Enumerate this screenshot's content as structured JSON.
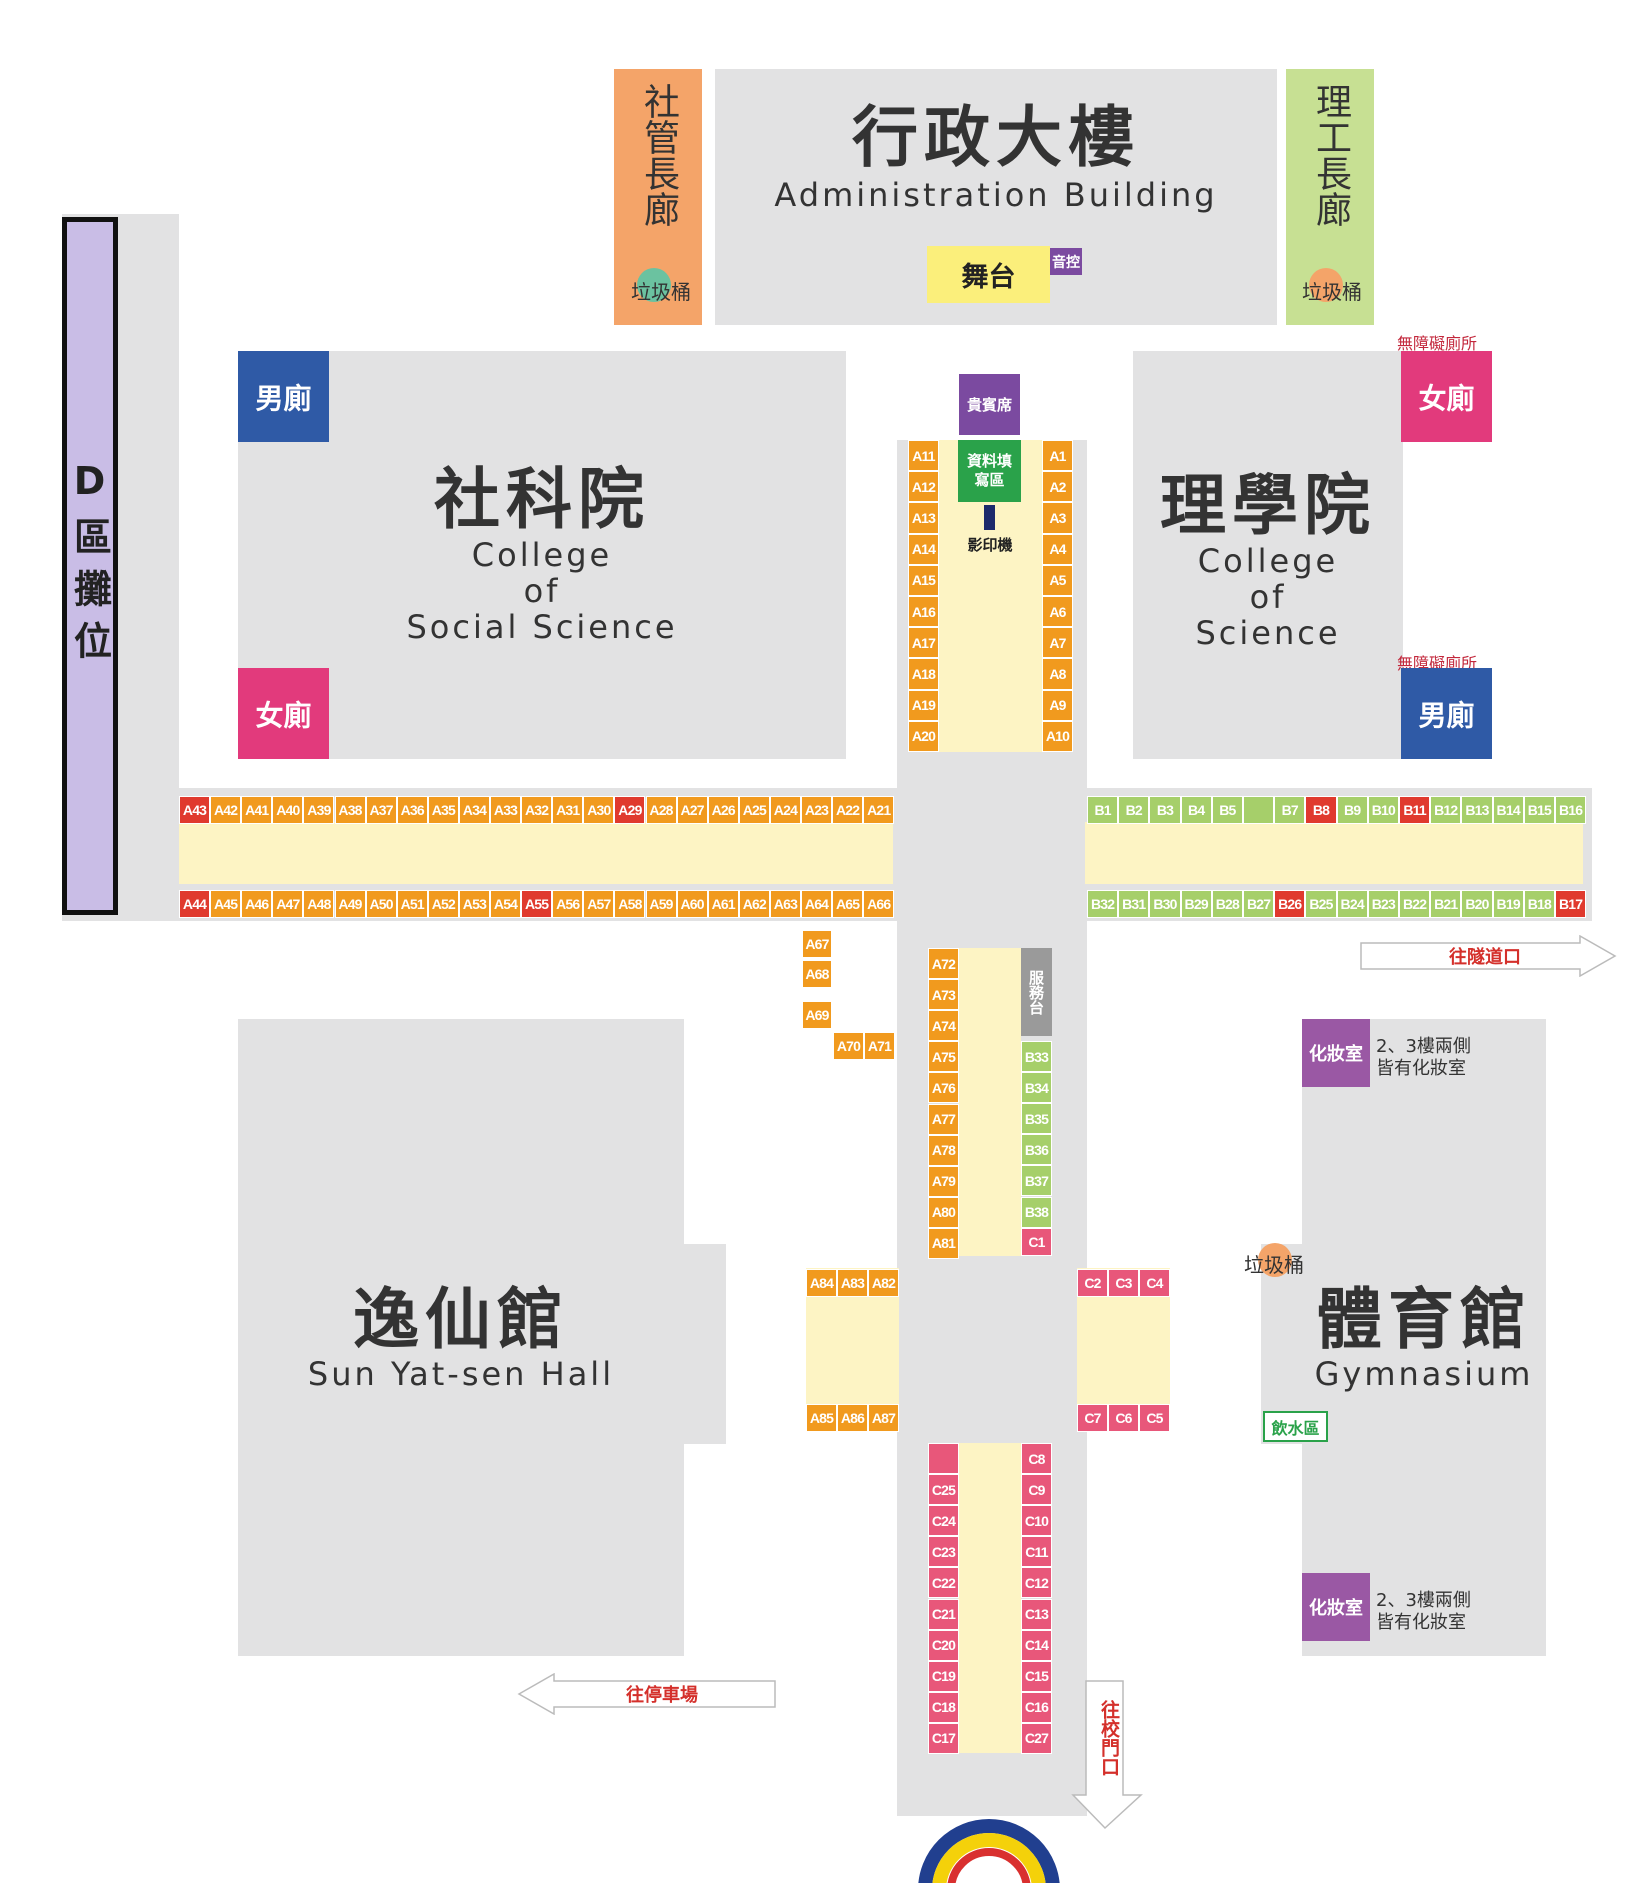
{
  "buildings": {
    "admin": {
      "cn": "行政大樓",
      "en": "Administration Building"
    },
    "social": {
      "cn": "社科院",
      "en_lines": [
        "College",
        "of",
        "Social Science"
      ]
    },
    "science": {
      "cn": "理學院",
      "en_lines": [
        "College",
        "of",
        "Science"
      ]
    },
    "yatsen": {
      "cn": "逸仙館",
      "en": "Sun Yat-sen Hall"
    },
    "gym": {
      "cn": "體育館",
      "en": "Gymnasium"
    }
  },
  "corridors": {
    "social_mgmt": "社管長廊",
    "sci_eng": "理工長廊"
  },
  "zone_d": "D區攤位",
  "facilities": {
    "stage": "舞台",
    "sound": "音控",
    "vip": "貴賓席",
    "info_desk": "資料填寫區",
    "copier": "影印機",
    "service": "服務台",
    "trash": "垃圾桶",
    "toilet_men": "男廁",
    "toilet_women": "女廁",
    "accessible": "無障礙廁所",
    "makeup": "化妝室",
    "makeup_note_1": "2、3樓兩側",
    "makeup_note_2": "皆有化妝室",
    "water": "飲水區"
  },
  "directions": {
    "tunnel": "往隧道口",
    "parking": "往停車場",
    "gate": "往校門口"
  },
  "stalls": {
    "a_left": [
      "A11",
      "A12",
      "A13",
      "A14",
      "A15",
      "A16",
      "A17",
      "A18",
      "A19",
      "A20"
    ],
    "a_right": [
      "A1",
      "A2",
      "A3",
      "A4",
      "A5",
      "A6",
      "A7",
      "A8",
      "A9",
      "A10"
    ],
    "a_top_row": [
      "A43",
      "A42",
      "A41",
      "A40",
      "A39",
      "A38",
      "A37",
      "A36",
      "A35",
      "A34",
      "A33",
      "A32",
      "A31",
      "A30",
      "A29",
      "A28",
      "A27",
      "A26",
      "A25",
      "A24",
      "A23",
      "A22",
      "A21"
    ],
    "a_bottom_row": [
      "A44",
      "A45",
      "A46",
      "A47",
      "A48",
      "A49",
      "A50",
      "A51",
      "A52",
      "A53",
      "A54",
      "A55",
      "A56",
      "A57",
      "A58",
      "A59",
      "A60",
      "A61",
      "A62",
      "A63",
      "A64",
      "A65",
      "A66"
    ],
    "a_red": [
      "A43",
      "A29",
      "A44",
      "A55"
    ],
    "b_top_row": [
      "B1",
      "B2",
      "B3",
      "B4",
      "B5",
      "",
      "B7",
      "B8",
      "B9",
      "B10",
      "B11",
      "B12",
      "B13",
      "B14",
      "B15",
      "B16"
    ],
    "b_bottom_row": [
      "B32",
      "B31",
      "B30",
      "B29",
      "B28",
      "B27",
      "B26",
      "B25",
      "B24",
      "B23",
      "B22",
      "B21",
      "B20",
      "B19",
      "B18",
      "B17"
    ],
    "b_red": [
      "B8",
      "B11",
      "B26",
      "B17"
    ],
    "a_mid_left": [
      "A67",
      "A68",
      "A69"
    ],
    "a_mid_pair": [
      "A70",
      "A71"
    ],
    "a_center": [
      "A72",
      "A73",
      "A74",
      "A75",
      "A76",
      "A77",
      "A78",
      "A79",
      "A80",
      "A81"
    ],
    "b_center": [
      "B33",
      "B34",
      "B35",
      "B36",
      "B37",
      "B38"
    ],
    "c_center_end": "C1",
    "a_lower_top": [
      "A84",
      "A83",
      "A82"
    ],
    "a_lower_bottom": [
      "A85",
      "A86",
      "A87"
    ],
    "c_lower_top": [
      "C2",
      "C3",
      "C4"
    ],
    "c_lower_bottom": [
      "C7",
      "C6",
      "C5"
    ],
    "c_bottom_left": [
      "",
      "C25",
      "C24",
      "C23",
      "C22",
      "C21",
      "C20",
      "C19",
      "C18",
      "C17"
    ],
    "c_bottom_right": [
      "C8",
      "C9",
      "C10",
      "C11",
      "C12",
      "C13",
      "C14",
      "C15",
      "C16",
      "C27"
    ]
  },
  "colors": {
    "stall_a": "#f19a1e",
    "stall_b": "#a6cf6a",
    "stall_c": "#e8577a",
    "stall_red": "#e03a2e",
    "aisle": "#fdf4c4",
    "building": "#e2e2e3",
    "men": "#2f5aa6",
    "women": "#e23a7c",
    "makeup": "#9a58a4",
    "vip": "#7b4aa0",
    "info": "#2aa24a",
    "stage": "#fbef7b",
    "corridor_orange": "#f4a469",
    "corridor_green": "#c7e093",
    "zone_d": "#c9bde6"
  }
}
